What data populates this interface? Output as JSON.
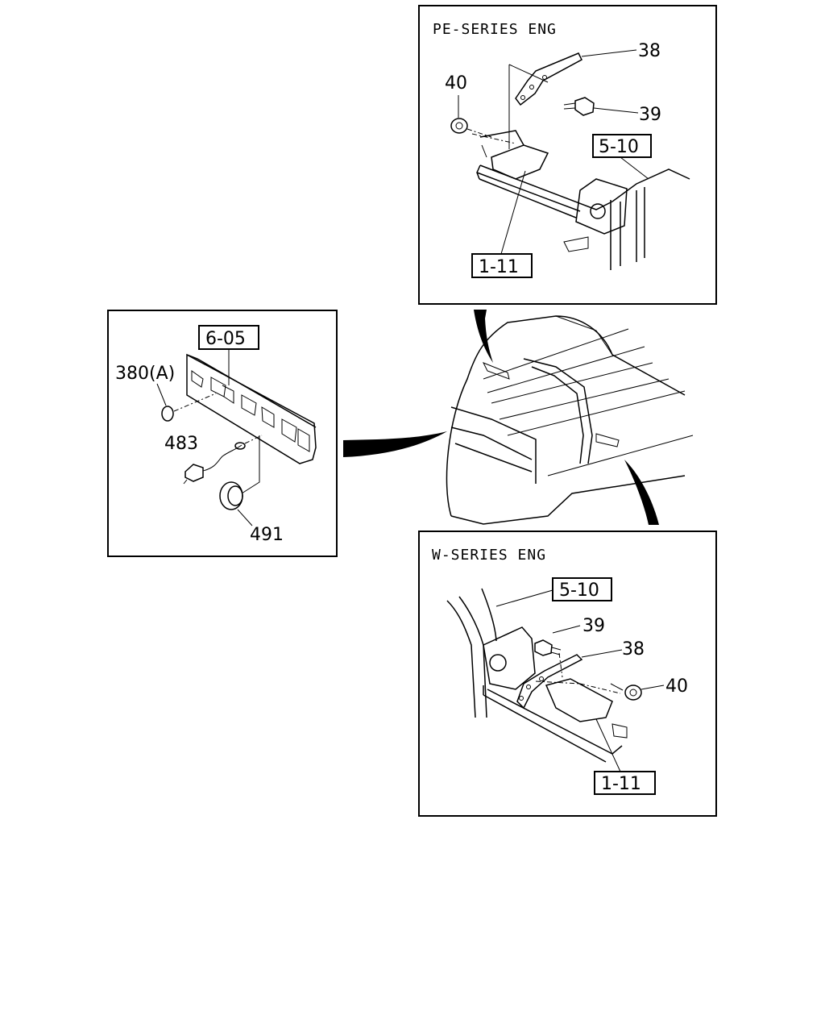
{
  "panels": {
    "pe": {
      "title": "PE-SERIES ENG",
      "refs": [
        "5-10",
        "1-11"
      ],
      "parts": [
        "38",
        "39",
        "40"
      ]
    },
    "left": {
      "refs": [
        "6-05"
      ],
      "parts": [
        "380(A)",
        "483",
        "491"
      ]
    },
    "w": {
      "title": "W-SERIES ENG",
      "refs": [
        "5-10",
        "1-11"
      ],
      "parts": [
        "39",
        "38",
        "40"
      ]
    }
  }
}
